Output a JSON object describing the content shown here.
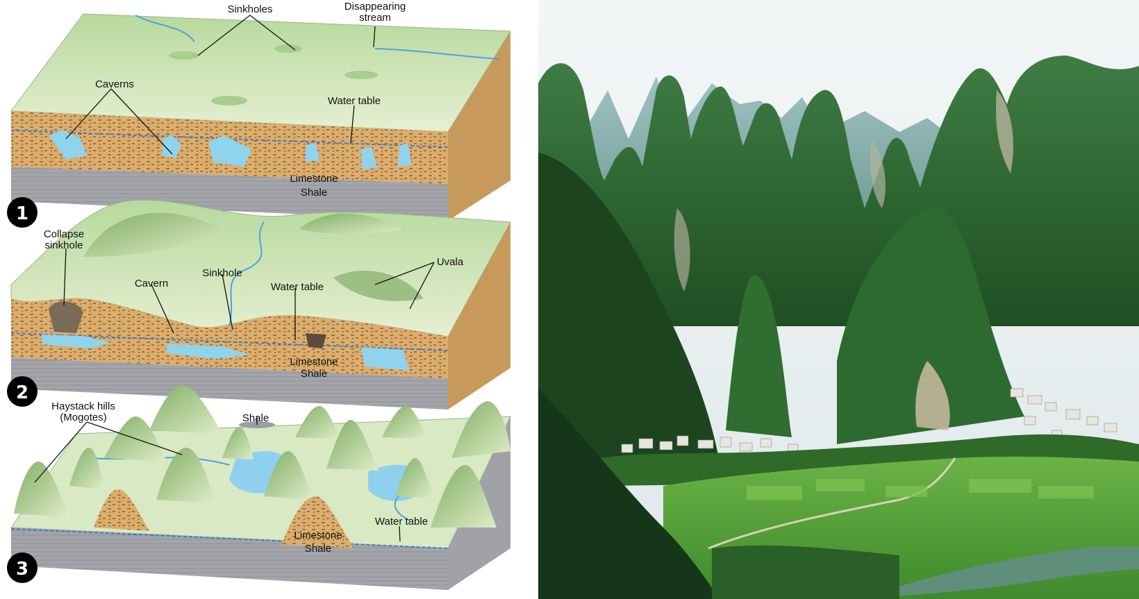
{
  "diagram": {
    "stages": [
      "1",
      "2",
      "3"
    ],
    "stage1": {
      "sinkholes": "Sinkholes",
      "disappearing_stream": [
        "Disappearing",
        "stream"
      ],
      "caverns": "Caverns",
      "water_table": "Water table",
      "limestone": "Limestone",
      "shale": "Shale"
    },
    "stage2": {
      "collapse_sinkhole": [
        "Collapse",
        "sinkhole"
      ],
      "uvala": "Uvala",
      "sinkhole": "Sinkhole",
      "cavern": "Cavern",
      "water_table": "Water table",
      "limestone": "Limestone",
      "shale": "Shale"
    },
    "stage3": {
      "haystack_hills": [
        "Haystack hills",
        "(Mogotes)"
      ],
      "shale_surface": "Shale",
      "water_table": "Water table",
      "limestone": "Limestone",
      "shale": "Shale"
    }
  },
  "colors": {
    "terrain": "#cfe3b4",
    "terrain_dark": "#86b06e",
    "limestone": "#d7a866",
    "shale": "#9ea0a6",
    "water": "#7fd0ea",
    "badge": "#000000",
    "forest": "#2f6b2e",
    "sky": "#e9f0f3",
    "field": "#5da83a"
  }
}
